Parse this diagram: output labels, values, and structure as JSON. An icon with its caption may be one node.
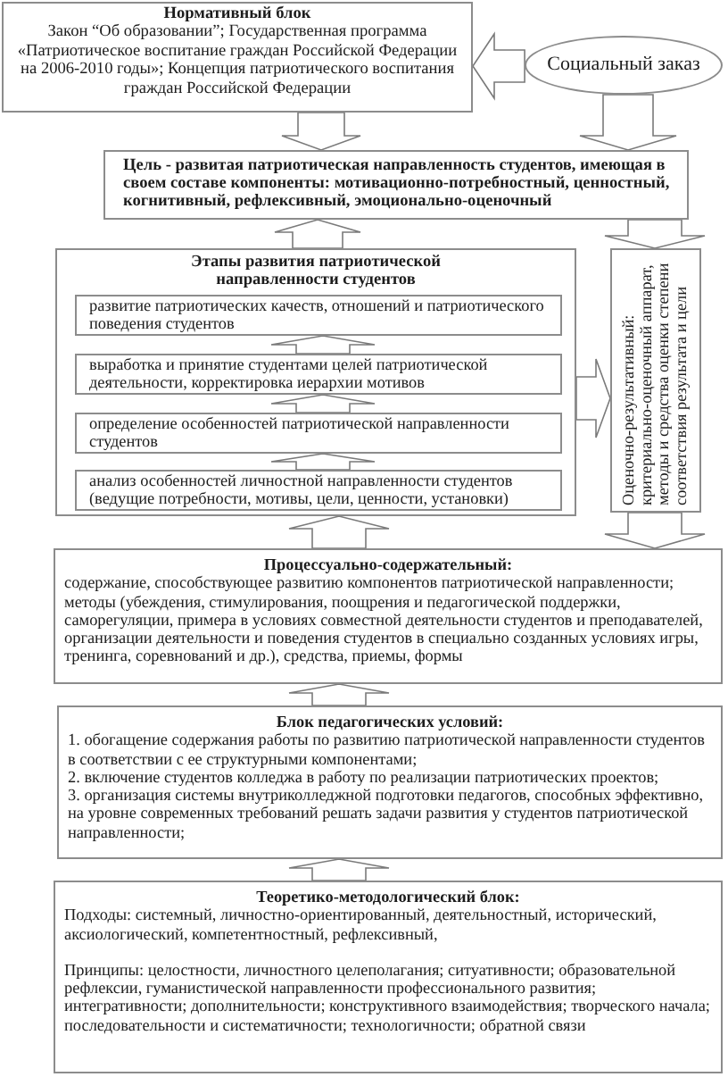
{
  "diagram": {
    "nodes": [
      {
        "text": [
          "Нормативный блок",
          "Закон “Об образовании”; Государственная программа «Патриотическое воспитание граждан Российской Федерации на 2006-2010 годы»; Концепция патриотического воспитания граждан Российской Федерации"
        ]
      },
      {
        "text": [
          "Социальный заказ"
        ]
      },
      {
        "text": [
          "Цель - развитая патриотическая направленность студентов, имеющая в своем составе компоненты: мотивационно-потребностный, ценностный, когнитивный, рефлексивный, эмоционально-оценочный"
        ]
      },
      {
        "text": [
          "Этапы развития патриотической направленности студентов"
        ]
      },
      {
        "text": [
          "развитие патриотических качеств, отношений и патриотического поведения студентов"
        ],
        "in": 3
      },
      {
        "text": [
          "выработка и принятие студентами целей патриотической деятельности, корректировка иерархии мотивов"
        ],
        "in": 3
      },
      {
        "text": [
          "определение особенностей патриотической направленности студентов"
        ],
        "in": 3
      },
      {
        "text": [
          "анализ особенностей личностной направленности студентов (ведущие потребности, мотивы, цели, ценности, установки)"
        ],
        "in": 3
      },
      {
        "text": [
          "Оценочно-результативный: критериально-оценочный аппарат, методы и средства оценки степени соответствия результата и цели"
        ]
      },
      {
        "text": [
          "Процессуально-содержательный:",
          "содержание, способствующее развитию компонентов патриотической направленности;",
          "методы (убеждения, стимулирования, поощрения и педагогической поддержки, саморегуляции, примера в условиях совместной деятельности студентов и преподавателей, организации деятельности и поведения студентов в специально созданных условиях игры, тренинга, соревнований и др.), средства, приемы, формы"
        ]
      },
      {
        "text": [
          "Блок педагогических условий:",
          "1. обогащение содержания работы по развитию патриотической направленности студентов в соответствии с ее структурными компонентами;",
          "2. включение студентов колледжа в работу по реализации патриотических проектов;",
          "3. организация системы внутриколледжной подготовки педагогов, способных эффективно, на уровне современных требований решать задачи развития у студентов патриотической направленности;"
        ]
      },
      {
        "text": [
          "Теоретико-методологический блок:",
          "Подходы: системный, личностно-ориентированный, деятельностный, исторический, аксиологический, компетентностный, рефлексивный,",
          "Принципы: целостности, личностного целеполагания; ситуативности; образовательной рефлексии, гуманистической направленности профессионального развития; интегративности; дополнительности; конструктивного взаимодействия; творческого начала; последовательности и систематичности; технологичности; обратной связи"
        ]
      }
    ],
    "edges": [
      {
        "from": 1,
        "to": 0,
        "arrow": "to"
      },
      {
        "from": 0,
        "to": 2,
        "arrow": "to"
      },
      {
        "from": 1,
        "to": 2,
        "arrow": "to"
      },
      {
        "from": 3,
        "to": 2,
        "arrow": "to"
      },
      {
        "from": 2,
        "to": 8,
        "arrow": "to"
      },
      {
        "from": 5,
        "to": 4,
        "arrow": "to"
      },
      {
        "from": 6,
        "to": 5,
        "arrow": "to"
      },
      {
        "from": 7,
        "to": 6,
        "arrow": "to"
      },
      {
        "from": 3,
        "to": 8,
        "arrow": "to"
      },
      {
        "from": 9,
        "to": 3,
        "arrow": "to"
      },
      {
        "from": 8,
        "to": 9,
        "arrow": "to"
      },
      {
        "from": 10,
        "to": 9,
        "arrow": "to"
      },
      {
        "from": 11,
        "to": 10,
        "arrow": "to"
      }
    ]
  }
}
